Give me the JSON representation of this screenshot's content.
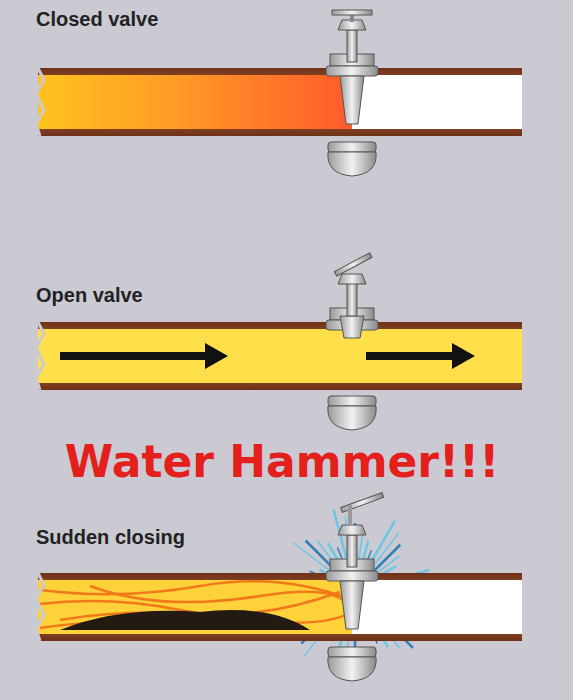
{
  "diagram": {
    "labels": [
      "Closed valve",
      "Open valve",
      "Water Hammer!!!",
      "Sudden closing"
    ]
  }
}
